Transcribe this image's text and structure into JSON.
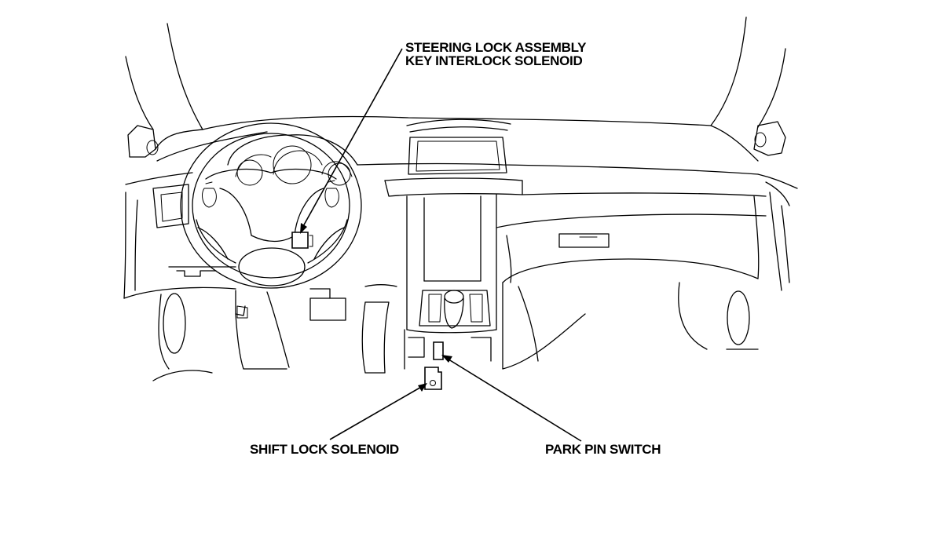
{
  "labels": {
    "steering_lock_line1": "STEERING LOCK ASSEMBLY",
    "steering_lock_line2": "KEY INTERLOCK SOLENOID",
    "shift_lock": "SHIFT LOCK SOLENOID",
    "park_pin": "PARK PIN SWITCH"
  },
  "colors": {
    "ink": "#000000",
    "paper": "#ffffff"
  }
}
